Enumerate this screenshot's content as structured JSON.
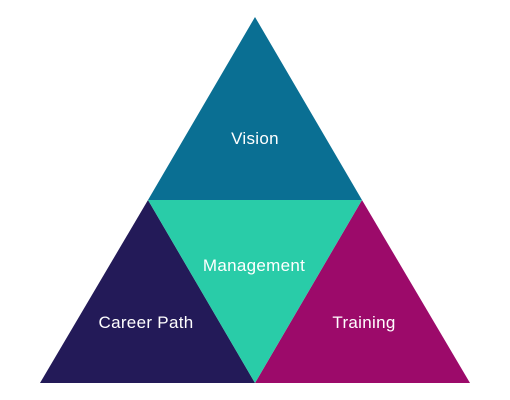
{
  "diagram": {
    "top": {
      "label": "Vision",
      "color": "#0a6f93"
    },
    "center": {
      "label": "Management",
      "color": "#29cca8"
    },
    "left": {
      "label": "Career Path",
      "color": "#231a58"
    },
    "right": {
      "label": "Training",
      "color": "#9c0a6a"
    }
  }
}
